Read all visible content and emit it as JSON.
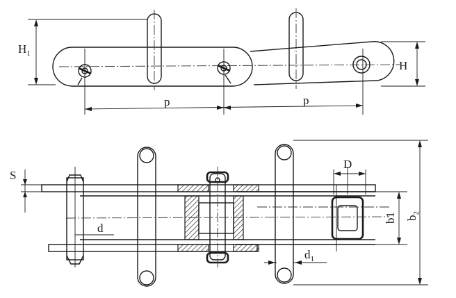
{
  "top_view": {
    "labels": {
      "h1": "H",
      "h1_sub": "1",
      "h": "H",
      "p_left": "p",
      "p_right": "p"
    }
  },
  "bottom_view": {
    "labels": {
      "s": "S",
      "d": "d",
      "big_d": "D",
      "d1": "d",
      "d1_sub": "1",
      "b1": "b1",
      "b2": "b",
      "b2_sub": "2"
    }
  },
  "colors": {
    "line": "#1a1a1a",
    "background": "#ffffff"
  }
}
